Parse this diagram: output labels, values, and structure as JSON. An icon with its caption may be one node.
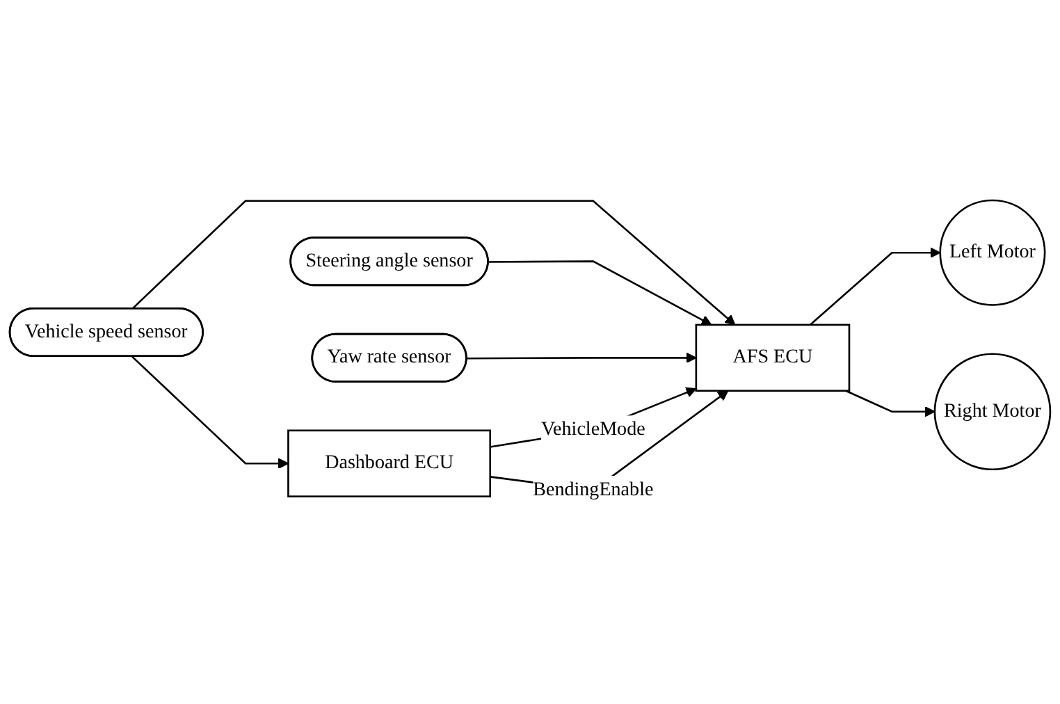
{
  "diagram": {
    "nodes": [
      {
        "text": [
          "Dashboard ECU"
        ]
      },
      {
        "text": [
          "Vehicle speed sensor"
        ]
      },
      {
        "text": [
          "Steering angle sensor"
        ]
      },
      {
        "text": [
          "Yaw rate sensor"
        ]
      },
      {
        "text": [
          "AFS ECU"
        ]
      },
      {
        "text": [
          "Left Motor"
        ]
      },
      {
        "text": [
          "Right Motor"
        ]
      }
    ],
    "edges": [
      {
        "from": 1,
        "to": 0,
        "arrow": "to"
      },
      {
        "from": 1,
        "to": 4,
        "arrow": "to"
      },
      {
        "from": 2,
        "to": 4,
        "arrow": "to"
      },
      {
        "from": 3,
        "to": 4,
        "arrow": "to"
      },
      {
        "from": 0,
        "to": 4,
        "label": "VehicleMode",
        "arrow": "to"
      },
      {
        "from": 0,
        "to": 4,
        "label": "BendingEnable",
        "arrow": "to"
      },
      {
        "from": 4,
        "to": 5,
        "arrow": "to"
      },
      {
        "from": 4,
        "to": 6,
        "arrow": "to"
      }
    ]
  }
}
